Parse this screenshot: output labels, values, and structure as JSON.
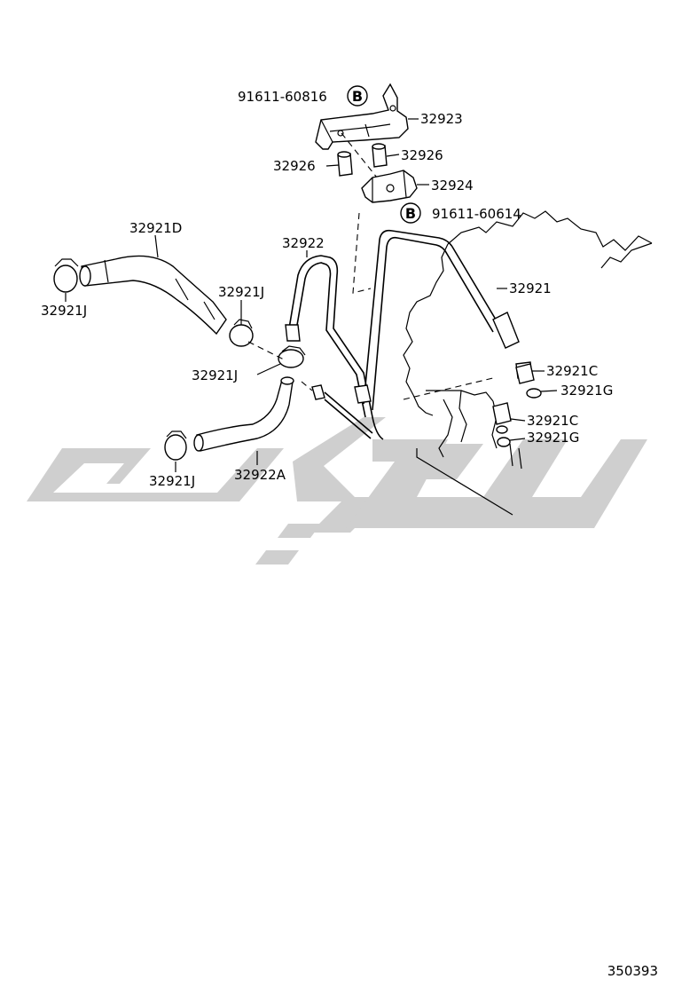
{
  "diagram": {
    "labels": {
      "bolt_upper": "91611-60816",
      "bolt_lower": "91611-60614",
      "bracket": "32923",
      "grommet_right": "32926",
      "grommet_left": "32926",
      "clamp_plate": "32924",
      "hose_d": "32921D",
      "clamp_j_far_left": "32921J",
      "clamp_j_upper": "32921J",
      "clamp_j_middle": "32921J",
      "clamp_j_lower": "32921J",
      "tube_32922": "32922",
      "tube_32921": "32921",
      "hose_a": "32922A",
      "union_c_upper": "32921C",
      "gasket_g_upper": "32921G",
      "union_c_lower": "32921C",
      "gasket_g_lower": "32921G"
    },
    "callout_letter": "B",
    "figure_number": "350393"
  }
}
